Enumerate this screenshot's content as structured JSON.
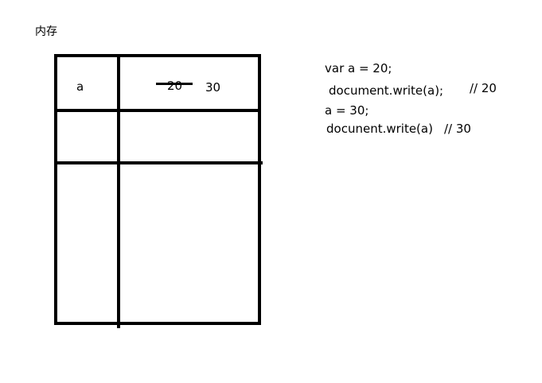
{
  "diagram": {
    "title": "内存",
    "variable": {
      "name": "a",
      "old_value": "20",
      "new_value": "30"
    },
    "code": {
      "line1": "var a = 20;",
      "line2": "document.write(a);",
      "line2_comment": "// 20",
      "line3": "a = 30;",
      "line4": "docunent.write(a)",
      "line4_comment": "// 30"
    }
  }
}
